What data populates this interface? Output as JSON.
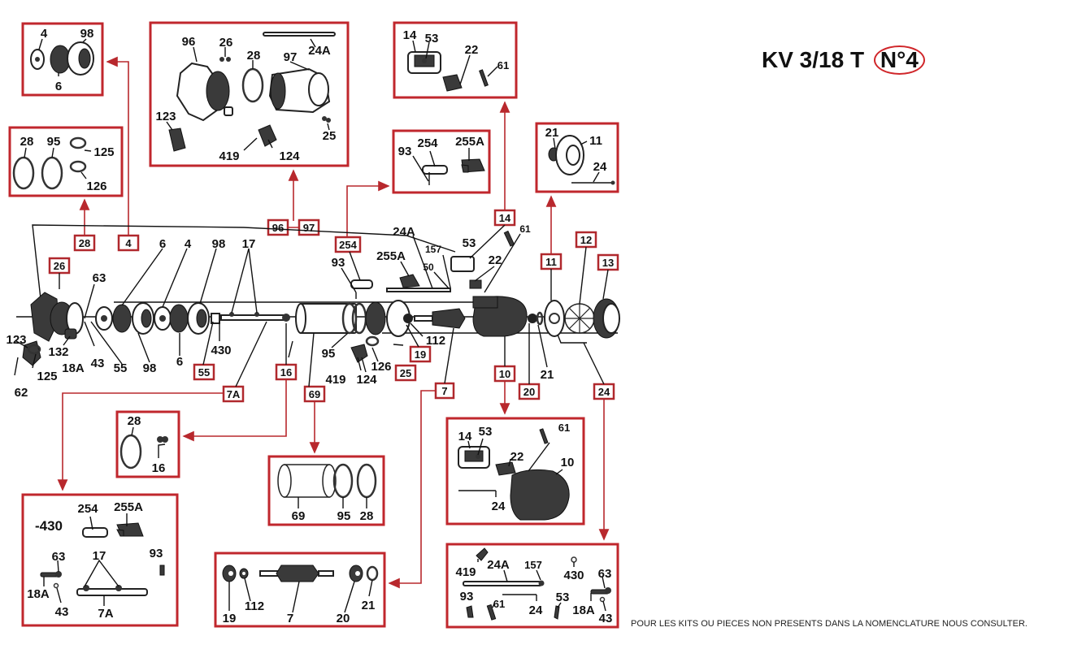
{
  "header": {
    "model": "KV 3/18 T",
    "plate_number": "N°4"
  },
  "footer": {
    "note": "POUR LES KITS OU PIECES NON PRESENTS DANS LA NOMENCLATURE NOUS CONSULTER."
  },
  "colors": {
    "kit_border": "#c0272d",
    "callout_line": "#b8282d",
    "ink": "#111111"
  },
  "kits": [
    {
      "id": "kit-4",
      "parts": [
        "4",
        "98",
        "6"
      ]
    },
    {
      "id": "kit-28",
      "parts": [
        "28",
        "95",
        "125",
        "126"
      ]
    },
    {
      "id": "kit-96-97",
      "parts": [
        "96",
        "26",
        "28",
        "24A",
        "97",
        "123",
        "419",
        "124",
        "25"
      ]
    },
    {
      "id": "kit-14",
      "parts": [
        "14",
        "53",
        "22",
        "61"
      ]
    },
    {
      "id": "kit-254",
      "parts": [
        "93",
        "254",
        "255A"
      ]
    },
    {
      "id": "kit-11",
      "parts": [
        "21",
        "11",
        "24"
      ]
    },
    {
      "id": "kit-16",
      "parts": [
        "28",
        "16"
      ]
    },
    {
      "id": "kit-7A",
      "parts": [
        "430",
        "254",
        "255A",
        "63",
        "17",
        "93",
        "18A",
        "43",
        "7A"
      ]
    },
    {
      "id": "kit-69",
      "parts": [
        "69",
        "95",
        "28"
      ]
    },
    {
      "id": "kit-7",
      "parts": [
        "19",
        "112",
        "7",
        "20",
        "21"
      ]
    },
    {
      "id": "kit-10",
      "parts": [
        "14",
        "53",
        "22",
        "61",
        "10",
        "24"
      ]
    },
    {
      "id": "kit-24",
      "parts": [
        "419",
        "24A",
        "157",
        "430",
        "63",
        "93",
        "61",
        "24",
        "53",
        "18A",
        "43"
      ]
    }
  ],
  "callout_tags": [
    "26",
    "28",
    "4",
    "96",
    "97",
    "254",
    "14",
    "11",
    "12",
    "13",
    "55",
    "7A",
    "16",
    "69",
    "19",
    "25",
    "7",
    "10",
    "20",
    "24"
  ],
  "labels": {
    "k4": [
      "4",
      "98",
      "6"
    ],
    "k28": [
      "28",
      "95",
      "125",
      "126"
    ],
    "k96": [
      "96",
      "26",
      "28",
      "24A",
      "97",
      "123",
      "419",
      "124",
      "25"
    ],
    "k14": [
      "14",
      "53",
      "22",
      "61"
    ],
    "k254": [
      "93",
      "254",
      "255A"
    ],
    "k11": [
      "21",
      "11",
      "24"
    ],
    "k16": [
      "28",
      "16"
    ],
    "k7a": [
      "254",
      "255A",
      "-430",
      "63",
      "17",
      "93",
      "18A",
      "43",
      "7A"
    ],
    "k69": [
      "69",
      "95",
      "28"
    ],
    "k7": [
      "19",
      "112",
      "7",
      "20",
      "21"
    ],
    "k10": [
      "14",
      "53",
      "22",
      "61",
      "10",
      "24"
    ],
    "k24": [
      "419",
      "24A",
      "157",
      "430",
      "63",
      "93",
      "61",
      "24",
      "53",
      "18A",
      "43"
    ],
    "main": [
      "6",
      "4",
      "98",
      "17",
      "63",
      "123",
      "132",
      "18A",
      "43",
      "55",
      "98",
      "6",
      "430",
      "125",
      "62",
      "24A",
      "157",
      "50",
      "255A",
      "93",
      "53",
      "61",
      "22",
      "95",
      "112",
      "419",
      "124",
      "126",
      "21"
    ]
  }
}
